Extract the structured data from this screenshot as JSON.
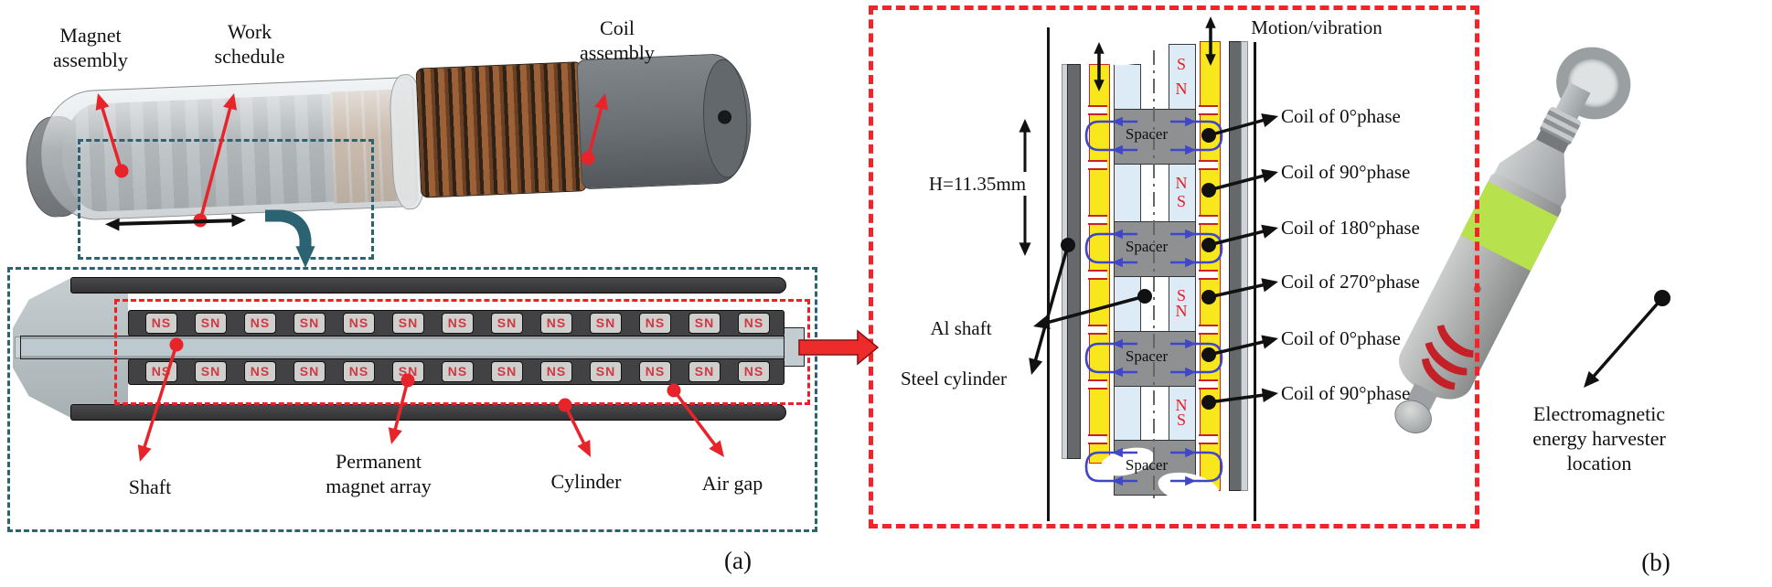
{
  "figure": {
    "caption_a": "(a)",
    "caption_b": "(b)"
  },
  "render3d": {
    "labels": {
      "magnet_assembly": "Magnet\nassembly",
      "work_schedule": "Work\nschedule",
      "coil_assembly": "Coil\nassembly"
    }
  },
  "cross_section": {
    "labels": {
      "shaft": "Shaft",
      "permanent_magnet_array": "Permanent\nmagnet array",
      "cylinder": "Cylinder",
      "air_gap": "Air gap"
    },
    "magnet_sequence": [
      "NS",
      "SN",
      "NS",
      "SN",
      "NS",
      "SN",
      "NS",
      "SN",
      "NS",
      "SN",
      "NS",
      "SN",
      "NS"
    ]
  },
  "detail_view": {
    "labels": {
      "motion": "Motion/vibration",
      "height": "H=11.35mm",
      "al_shaft": "Al shaft",
      "steel_cylinder": "Steel cylinder",
      "spacer": "Spacer"
    },
    "spacer_count": 4,
    "coil_labels": [
      "Coil of 0°phase",
      "Coil of 90°phase",
      "Coil of 180°phase",
      "Coil of 270°phase",
      "Coil of 0°phase",
      "Coil of 90°phase"
    ],
    "magnet_letters": [
      [
        "S",
        "N"
      ],
      [
        "N",
        "S"
      ],
      [
        "S",
        "N"
      ],
      [
        "N",
        "S"
      ]
    ]
  },
  "photo": {
    "label": "Electromagnetic\nenergy harvester\nlocation"
  },
  "colors": {
    "annotation_red": "#e8242b",
    "box_red": "#ee2026",
    "teal": "#2b6372",
    "coil_yellow": "#f8e71c",
    "flux_blue": "#3f46c8",
    "magnet_blue": "#dcebf5",
    "spacer_gray": "#8f9092",
    "green_band": "#b7e24e",
    "logo_red": "#c32127"
  }
}
